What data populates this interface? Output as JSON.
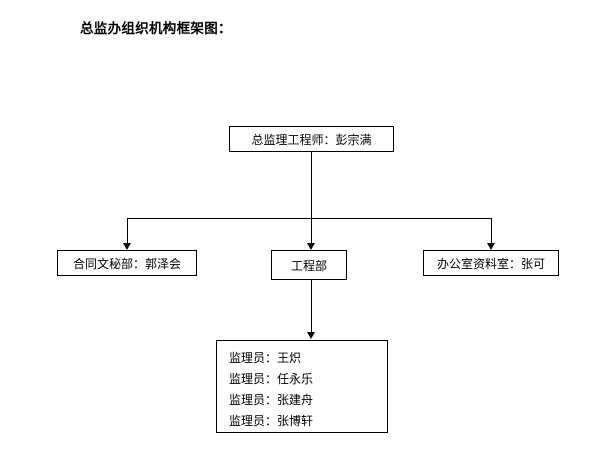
{
  "page": {
    "title": "总监办组织机构框架图："
  },
  "chart_data": {
    "type": "diagram",
    "orientation": "top-down",
    "nodes": [
      {
        "id": "top",
        "label": "总监理工程师：彭宗满"
      },
      {
        "id": "left",
        "label": "合同文秘部：郭泽会"
      },
      {
        "id": "mid",
        "label": "工程部"
      },
      {
        "id": "right",
        "label": "办公室资料室：张可"
      },
      {
        "id": "list",
        "label": "监理员列表"
      }
    ],
    "list_node": {
      "rows": [
        "监理员：王炽",
        "监理员：任永乐",
        "监理员：张建舟",
        "监理员：张博轩"
      ]
    },
    "edges": [
      {
        "from": "top",
        "to": "left"
      },
      {
        "from": "top",
        "to": "mid"
      },
      {
        "from": "top",
        "to": "right"
      },
      {
        "from": "mid",
        "to": "list"
      }
    ]
  }
}
